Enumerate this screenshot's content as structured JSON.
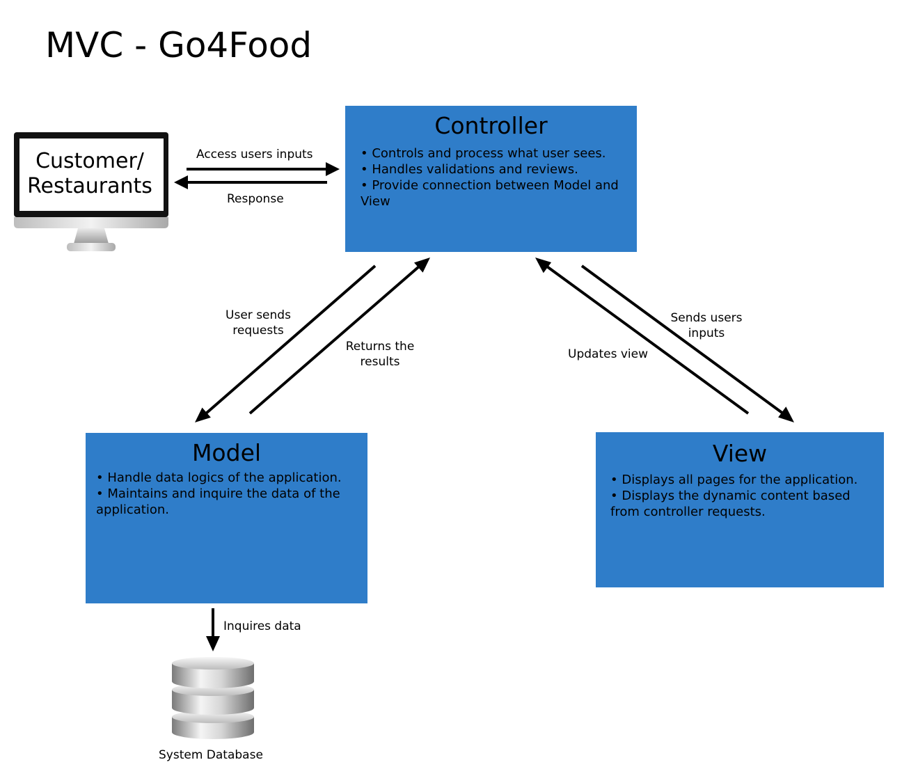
{
  "title": "MVC - Go4Food",
  "client": {
    "line1": "Customer/",
    "line2": "Restaurants"
  },
  "controller": {
    "title": "Controller",
    "bullets": [
      "• Controls and process what user sees.",
      "• Handles validations and reviews.",
      "• Provide connection between Model and View"
    ]
  },
  "model": {
    "title": "Model",
    "bullets": [
      "• Handle data logics of the application.",
      "• Maintains and inquire the data of the application."
    ]
  },
  "view": {
    "title": "View",
    "bullets": [
      "• Displays all pages for the application.",
      "• Displays the dynamic content based from controller requests."
    ]
  },
  "arrows": {
    "access_inputs": "Access users inputs",
    "response": "Response",
    "user_sends_requests_1": "User sends",
    "user_sends_requests_2": "requests",
    "returns_results_1": "Returns the",
    "returns_results_2": "results",
    "updates_view": "Updates view",
    "sends_inputs_1": "Sends users",
    "sends_inputs_2": "inputs",
    "inquires_data": "Inquires data"
  },
  "database": {
    "label": "System Database"
  },
  "colors": {
    "box_fill": "#2f7dc9",
    "arrow": "#000000",
    "monitor_frame": "#111111"
  }
}
